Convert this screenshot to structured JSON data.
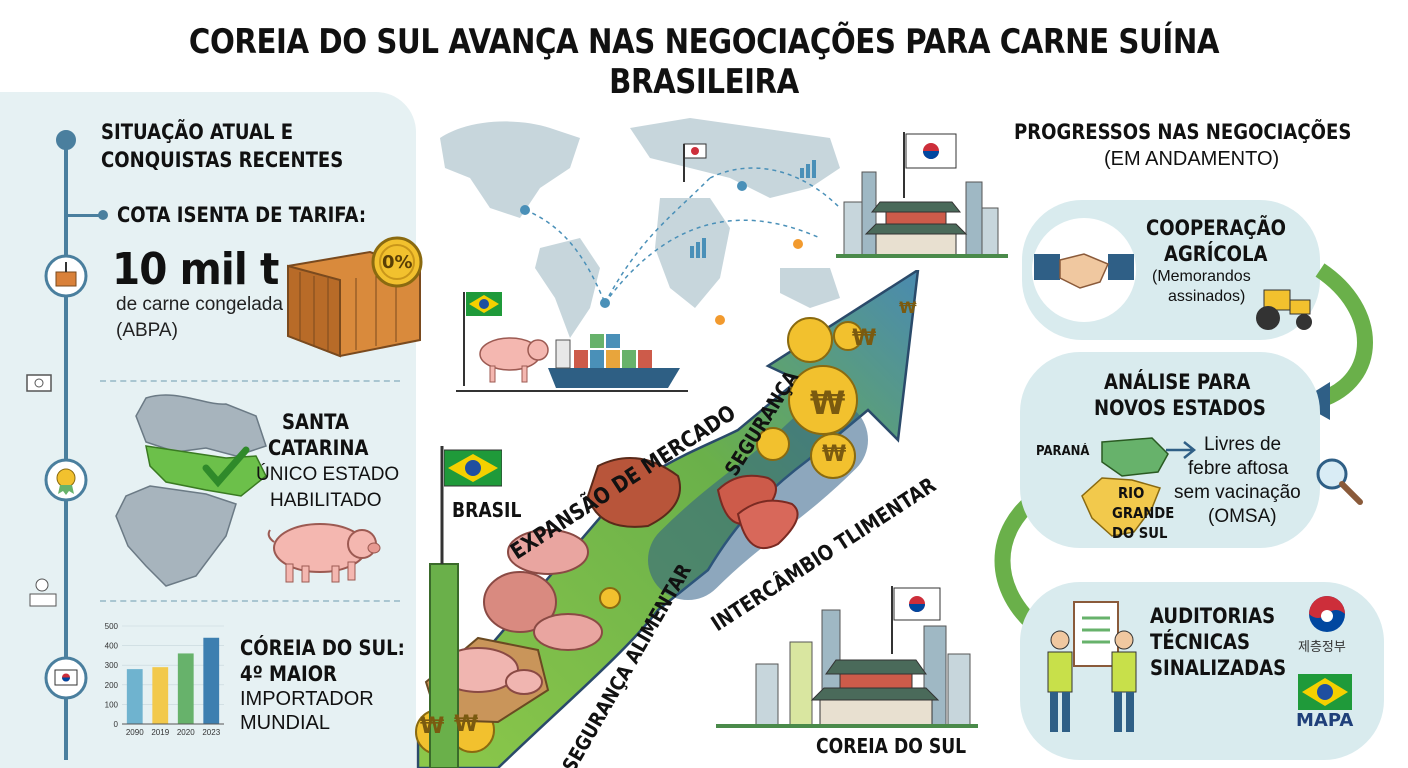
{
  "title": "COREIA DO SUL AVANÇA NAS NEGOCIAÇÕES PARA CARNE SUÍNA BRASILEIRA",
  "left": {
    "heading_line1": "SITUAÇÃO ATUAL E",
    "heading_line2": "CONQUISTAS RECENTES",
    "quota_label": "COTA ISENTA DE TARIFA:",
    "quota_value": "10 mil t",
    "quota_desc_line1": "de carne congelada",
    "quota_desc_line2": "(ABPA)",
    "zero_badge": "0%",
    "sc_line1": "SANTA",
    "sc_line2": "CATARINA",
    "sc_line3": "ÚNICO ESTADO",
    "sc_line4": "HABILITADO",
    "korea_line1": "CÓREIA DO SUL:",
    "korea_line2": "4º MAIOR",
    "korea_line3": "IMPORTADOR",
    "korea_line4": "MUNDIAL"
  },
  "chart_data": {
    "type": "bar",
    "categories": [
      "2090",
      "2019",
      "2020",
      "2023"
    ],
    "values": [
      280,
      290,
      360,
      440
    ],
    "colors": [
      "#6fb3cf",
      "#f2c94c",
      "#67b26b",
      "#3d7fb0"
    ],
    "yticks": [
      "500",
      "400",
      "300",
      "200",
      "100",
      "0"
    ],
    "ylim": [
      0,
      500
    ]
  },
  "center": {
    "brasil_label": "BRASIL",
    "coreia_label": "COREIA DO SUL",
    "arrow_text_1": "EXPANSÃO DE MERCADO",
    "arrow_text_2": "SEGURANÇA",
    "arrow_text_3": "SEGURANÇA ALIMENTAR",
    "arrow_text_4": "INTERCÂMBIO TLIMENTAR",
    "coin_symbol": "₩"
  },
  "right": {
    "heading_line1": "PROGRESSOS NAS NEGOCIAÇÕES",
    "heading_line2": "(EM ANDAMENTO)",
    "coop_line1": "COOPERAÇÃO",
    "coop_line2": "AGRÍCOLA",
    "coop_sub1": "(Memorandos",
    "coop_sub2": "assinados)",
    "analise_line1": "ANÁLISE PARA",
    "analise_line2": "NOVOS ESTADOS",
    "parana": "PARANÁ",
    "rgs_line1": "RIO",
    "rgs_line2": "GRANDE",
    "rgs_line3": "DO SUL",
    "febre_line1": "Livres de",
    "febre_line2": "febre aftosa",
    "febre_line3": "sem vacinação",
    "febre_line4": "(OMSA)",
    "aud_line1": "AUDITORIAS",
    "aud_line2": "TÉCNICAS",
    "aud_line3": "SINALIZADAS",
    "gov_kr": "제층정부",
    "mapa": "MAPA"
  },
  "colors": {
    "timeline": "#4a7f9e",
    "arrow_green": "#7cc04a",
    "arrow_blue": "#2f5f86",
    "pill": "#d9ebee",
    "coin": "#f2c12e",
    "brazil_green": "#1f9a3a",
    "brazil_yellow": "#f5d000"
  }
}
